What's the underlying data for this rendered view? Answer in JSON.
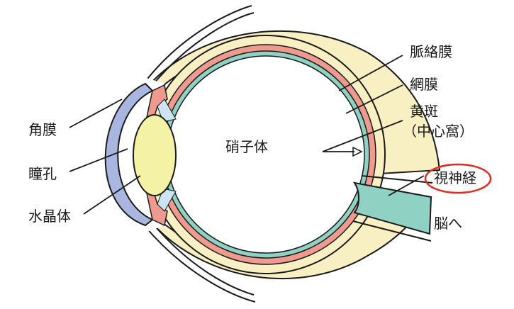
{
  "labels": {
    "cornea": "角膜",
    "pupil": "瞳孔",
    "lens": "水晶体",
    "vitreous": "硝子体",
    "choroid": "脈絡膜",
    "retina": "網膜",
    "macula_line1": "黄斑",
    "macula_line2": "（中心窩）",
    "optic_nerve": "視神経",
    "to_brain": "脳へ"
  },
  "colors": {
    "sclera": "#f8efc3",
    "choroid": "#ee9a8f",
    "retina": "#8fd1c3",
    "cornea": "#a9b6e0",
    "lens": "#f3f2a5",
    "zonule": "#cde4f2",
    "highlight_circle": "#e02c20"
  }
}
